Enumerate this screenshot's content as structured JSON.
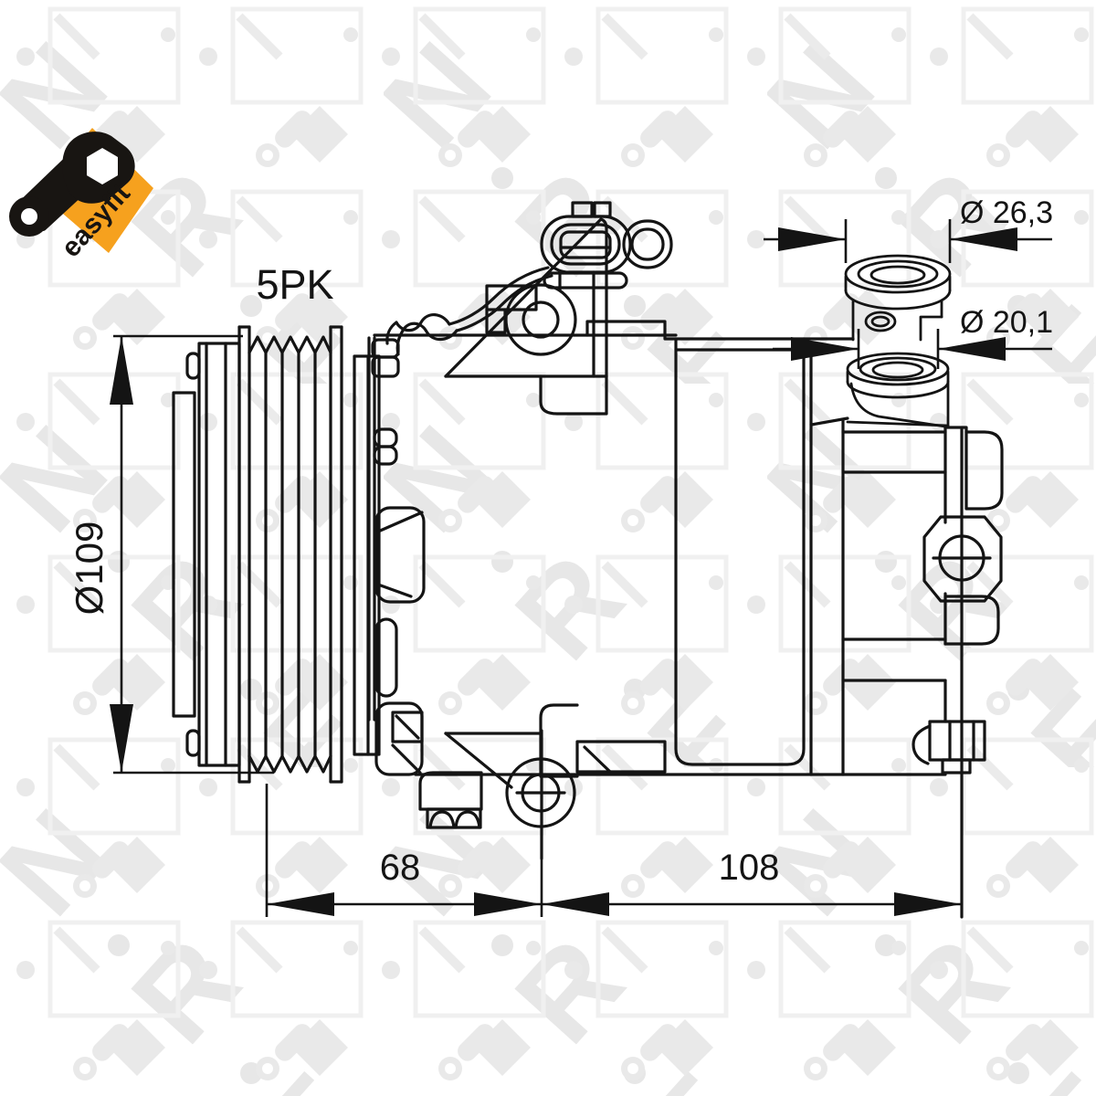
{
  "page": {
    "background": "#ffffff"
  },
  "watermark": {
    "letters": [
      "N",
      "R",
      "F"
    ],
    "color": "#e7e7e7"
  },
  "logo": {
    "label": "easyfit",
    "diamond_color": "#f6a11e",
    "wrench_color": "#181512"
  },
  "drawing": {
    "line_color": "#141414",
    "belt_label": "5PK",
    "dimensions": {
      "pulley_diameter": "Ø109",
      "port_large_diameter": "Ø 26,3",
      "port_small_diameter": "Ø 20,1",
      "front_length": "68",
      "rear_length": "108"
    }
  }
}
